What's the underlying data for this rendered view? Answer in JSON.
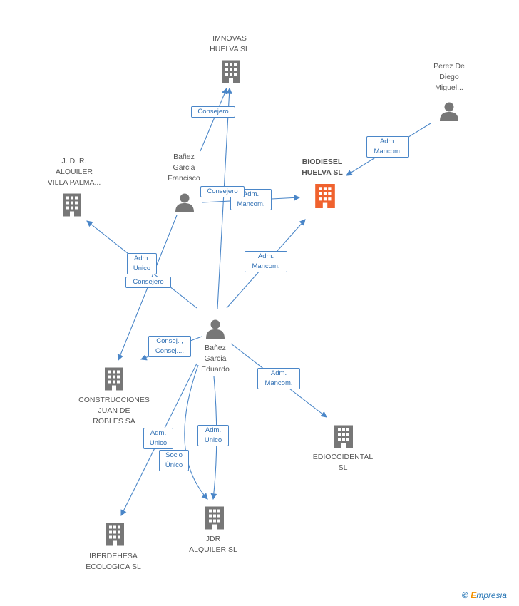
{
  "nodes": {
    "imnovas": {
      "label": "IMNOVAS\nHUELVA  SL",
      "kind": "company"
    },
    "perez": {
      "label": "Perez De\nDiego\nMiguel...",
      "kind": "person"
    },
    "biodiesel": {
      "label": "BIODIESEL\nHUELVA SL",
      "kind": "company-main"
    },
    "jdr_villa": {
      "label": "J.  D. R.\nALQUILER\nVILLA PALMA...",
      "kind": "company"
    },
    "francisco": {
      "label": "Bañez\nGarcia\nFrancisco",
      "kind": "person"
    },
    "eduardo": {
      "label": "Bañez\nGarcia\nEduardo",
      "kind": "person"
    },
    "construcciones": {
      "label": "CONSTRUCCIONES\nJUAN DE\nROBLES SA",
      "kind": "company"
    },
    "edioccidental": {
      "label": "EDIOCCIDENTAL\nSL",
      "kind": "company"
    },
    "iberdehesa": {
      "label": "IBERDEHESA\nECOLOGICA SL",
      "kind": "company"
    },
    "jdr_alquiler": {
      "label": "JDR\nALQUILER SL",
      "kind": "company"
    }
  },
  "edge_labels": {
    "francisco_imnovas": "Consejero",
    "perez_biodiesel": "Adm.\nMancom.",
    "francisco_biodiesel_consejero": "Consejero",
    "francisco_biodiesel_adm": "Adm.\nMancom.",
    "eduardo_biodiesel": "Adm.\nMancom.",
    "eduardo_jdr_villa": "Adm.\nUnico",
    "francisco_construcciones": "Consejero",
    "eduardo_construcciones": "Consej. ,\nConsej....",
    "eduardo_edioccidental": "Adm.\nMancom.",
    "eduardo_iberdehesa": "Adm.\nUnico",
    "eduardo_iberdehesa_socio": "Socio\nÚnico",
    "eduardo_jdr_alquiler": "Adm.\nUnico"
  },
  "colors": {
    "edge": "#4a86c8",
    "node_icon": "#777777",
    "main_icon": "#f0622e"
  },
  "footer": {
    "copyright": "©",
    "brand_first": "E",
    "brand_rest": "mpresia"
  }
}
